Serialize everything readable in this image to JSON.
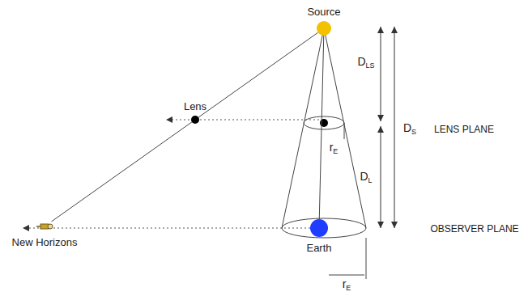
{
  "diagram": {
    "nodes": [
      {
        "text": [
          "Source"
        ]
      },
      {
        "text": [
          "Lens"
        ]
      },
      {
        "text": [
          "New Horizons"
        ]
      },
      {
        "text": [
          "Earth"
        ]
      }
    ],
    "edges": [
      {
        "from": 0,
        "to": 1,
        "arrow": "none"
      },
      {
        "from": 1,
        "to": 2,
        "arrow": "none"
      },
      {
        "from": 0,
        "to": 3,
        "arrow": "none"
      }
    ],
    "labels": [
      "DLS",
      "DS",
      "LENS PLANE",
      "DL",
      "OBSERVER PLANE",
      "rE",
      "rE"
    ]
  }
}
